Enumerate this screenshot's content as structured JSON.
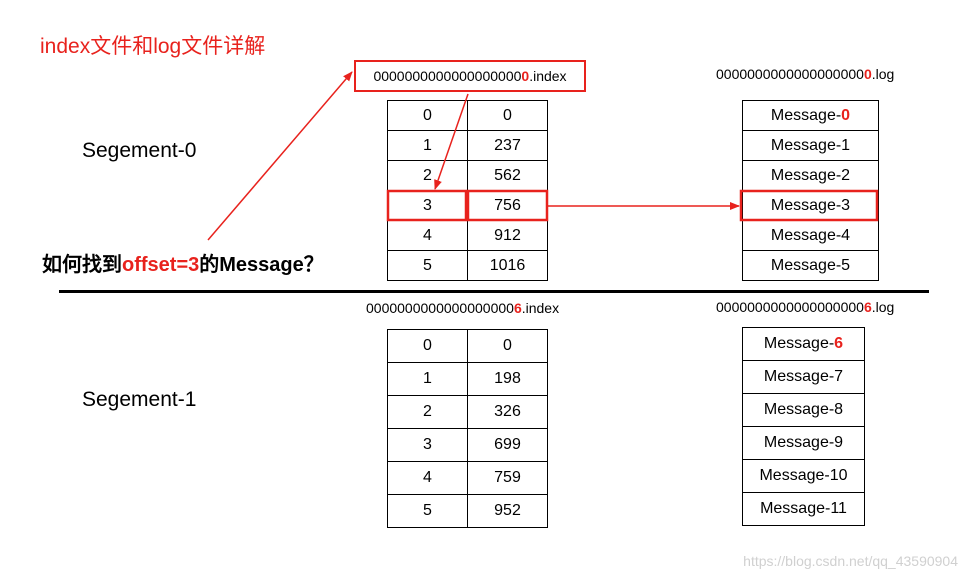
{
  "title": "index文件和log文件详解",
  "segments": [
    {
      "label": "Segement-0",
      "index_name_prefix": "0000000000000000000",
      "index_name_digit": "0",
      "index_name_suffix": ".index",
      "log_name_prefix": "0000000000000000000",
      "log_name_digit": "0",
      "log_name_suffix": ".log",
      "index_rows": [
        [
          "0",
          "0"
        ],
        [
          "1",
          "237"
        ],
        [
          "2",
          "562"
        ],
        [
          "3",
          "756"
        ],
        [
          "4",
          "912"
        ],
        [
          "5",
          "1016"
        ]
      ],
      "messages_prefix": "Message-",
      "first_message_num": "0",
      "messages": [
        "Message-1",
        "Message-2",
        "Message-3",
        "Message-4",
        "Message-5"
      ]
    },
    {
      "label": "Segement-1",
      "index_name_prefix": "0000000000000000000",
      "index_name_digit": "6",
      "index_name_suffix": ".index",
      "log_name_prefix": "0000000000000000000",
      "log_name_digit": "6",
      "log_name_suffix": ".log",
      "index_rows": [
        [
          "0",
          "0"
        ],
        [
          "1",
          "198"
        ],
        [
          "2",
          "326"
        ],
        [
          "3",
          "699"
        ],
        [
          "4",
          "759"
        ],
        [
          "5",
          "952"
        ]
      ],
      "messages_prefix": "Message-",
      "first_message_num": "6",
      "messages": [
        "Message-7",
        "Message-8",
        "Message-9",
        "Message-10",
        "Message-11"
      ]
    }
  ],
  "question": {
    "pre": "如何找到",
    "highlight": "offset=3",
    "post": "的Message？"
  },
  "watermark": "https://blog.csdn.net/qq_43590904",
  "colors": {
    "accent": "#e8221d"
  }
}
